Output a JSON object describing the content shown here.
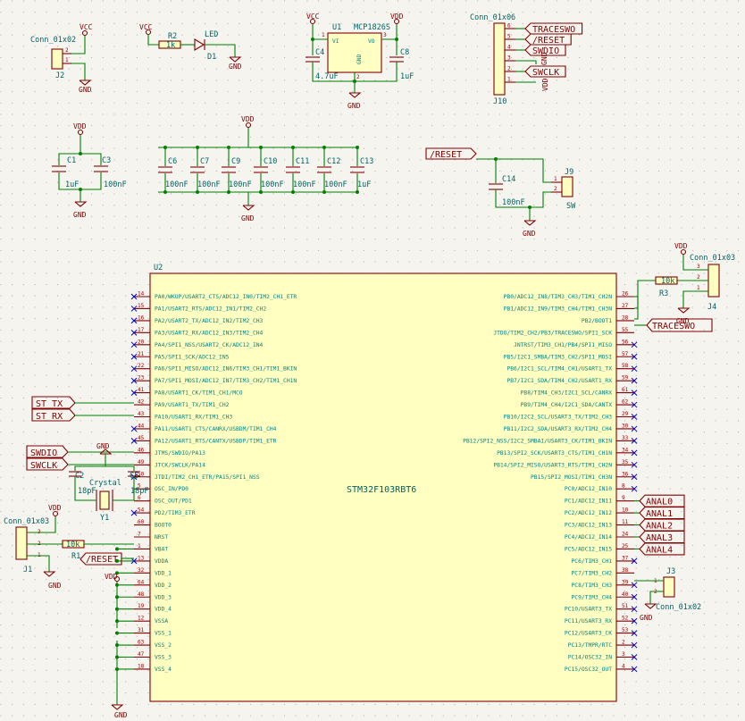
{
  "schematic": {
    "power": {
      "vcc": "VCC",
      "vdd": "VDD",
      "gnd": "GND"
    },
    "j2": {
      "ref": "J2",
      "value": "Conn_01x02",
      "pins": [
        "1",
        "2"
      ]
    },
    "power_led": {
      "r_ref": "R2",
      "r_value": "1k",
      "led_value": "LED",
      "led_ref": "D1"
    },
    "regulator": {
      "ref": "U1",
      "value": "MCP1826S",
      "vi": "VI",
      "vo": "VO",
      "gnd": "GND",
      "pin1": "1",
      "pin2": "2",
      "pin3": "3",
      "c4_ref": "C4",
      "c4_value": "4.7uF",
      "c8_ref": "C8",
      "c8_value": "1uF"
    },
    "j10": {
      "ref": "J10",
      "value": "Conn_01x06",
      "pins": [
        "6",
        "5",
        "4",
        "3",
        "2",
        "1"
      ],
      "labels": [
        "TRACESWO",
        "/RESET",
        "SWDIO",
        "SWCLK"
      ]
    },
    "bulk_caps": {
      "c1_ref": "C1",
      "c1_value": "1uF",
      "c3_ref": "C3",
      "c3_value": "100nF"
    },
    "decoupling": [
      {
        "ref": "C6",
        "value": "100nF"
      },
      {
        "ref": "C7",
        "value": "100nF"
      },
      {
        "ref": "C9",
        "value": "100nF"
      },
      {
        "ref": "C10",
        "value": "100nF"
      },
      {
        "ref": "C11",
        "value": "100nF"
      },
      {
        "ref": "C12",
        "value": "100nF"
      },
      {
        "ref": "C13",
        "value": "1uF"
      }
    ],
    "reset": {
      "label": "/RESET",
      "c_ref": "C14",
      "c_value": "100nF",
      "sw_ref": "J9",
      "sw_value": "SW",
      "pins": [
        "1",
        "2"
      ]
    },
    "j4": {
      "ref": "J4",
      "value": "Conn_01x03",
      "pins": [
        "3",
        "2",
        "1"
      ],
      "r_ref": "R3",
      "r_value": "10k"
    },
    "mcu": {
      "ref": "U2",
      "value": "STM32F103RBT6",
      "left": [
        {
          "num": "14",
          "name": "PA0/WKUP/USART2_CTS/ADC12_IN0/TIM2_CH1_ETR"
        },
        {
          "num": "15",
          "name": "PA1/USART2_RTS/ADC12_IN1/TIM2_CH2"
        },
        {
          "num": "16",
          "name": "PA2/USART2_TX/ADC12_IN2/TIM2_CH3"
        },
        {
          "num": "17",
          "name": "PA3/USART2_RX/ADC12_IN3/TIM2_CH4"
        },
        {
          "num": "20",
          "name": "PA4/SPI1_NSS/USART2_CK/ADC12_IN4"
        },
        {
          "num": "21",
          "name": "PA5/SPI1_SCK/ADC12_IN5"
        },
        {
          "num": "22",
          "name": "PA6/SPI1_MISO/ADC12_IN6/TIM3_CH1/TIM1_BKIN"
        },
        {
          "num": "23",
          "name": "PA7/SPI1_MOSI/ADC12_IN7/TIM3_CH2/TIM1_CH1N"
        },
        {
          "num": "41",
          "name": "PA8/USART1_CK/TIM1_CH1/MCO"
        },
        {
          "num": "42",
          "name": "PA9/USART1_TX/TIM1_CH2"
        },
        {
          "num": "43",
          "name": "PA10/USART1_RX/TIM1_CH3"
        },
        {
          "num": "44",
          "name": "PA11/USART1_CTS/CANRX/USBDM/TIM1_CH4"
        },
        {
          "num": "45",
          "name": "PA12/USART1_RTS/CANTX/USBDP/TIM1_ETR"
        },
        {
          "num": "46",
          "name": "JTMS/SWDIO/PA13"
        },
        {
          "num": "49",
          "name": "JTCK/SWCLK/PA14"
        },
        {
          "num": "50",
          "name": "JTDI/TIM2_CH1_ETR/PA15/SPI1_NSS"
        },
        {
          "num": "5",
          "name": "OSC_IN/PD0"
        },
        {
          "num": "6",
          "name": "OSC_OUT/PD1"
        },
        {
          "num": "54",
          "name": "PD2/TIM3_ETR"
        },
        {
          "num": "60",
          "name": "BOOT0"
        },
        {
          "num": "7",
          "name": "NRST"
        },
        {
          "num": "1",
          "name": "VBAT"
        },
        {
          "num": "13",
          "name": "VDDA"
        },
        {
          "num": "32",
          "name": "VDD_1"
        },
        {
          "num": "64",
          "name": "VDD_2"
        },
        {
          "num": "48",
          "name": "VDD_3"
        },
        {
          "num": "19",
          "name": "VDD_4"
        },
        {
          "num": "12",
          "name": "VSSA"
        },
        {
          "num": "31",
          "name": "VSS_1"
        },
        {
          "num": "63",
          "name": "VSS_2"
        },
        {
          "num": "47",
          "name": "VSS_3"
        },
        {
          "num": "18",
          "name": "VSS_4"
        }
      ],
      "right": [
        {
          "num": "26",
          "name": "PB0/ADC12_IN8/TIM3_CH3/TIM1_CH2N"
        },
        {
          "num": "27",
          "name": "PB1/ADC12_IN9/TIM3_CH4/TIM1_CH3N"
        },
        {
          "num": "28",
          "name": "PB2/BOOT1"
        },
        {
          "num": "55",
          "name": "JTDO/TIM2_CH2/PB3/TRACESWO/SPI1_SCK"
        },
        {
          "num": "56",
          "name": "JNTRST/TIM3_CH1/PB4/SPI1_MISO"
        },
        {
          "num": "57",
          "name": "PB5/I2C1_SMBA/TIM3_CH2/SPI1_MOSI"
        },
        {
          "num": "58",
          "name": "PB6/I2C1_SCL/TIM4_CH1/USART1_TX"
        },
        {
          "num": "59",
          "name": "PB7/I2C1_SDA/TIM4_CH2/USART1_RX"
        },
        {
          "num": "61",
          "name": "PB8/TIM4_CH3/I2C1_SCL/CANRX"
        },
        {
          "num": "62",
          "name": "PB9/TIM4_CH4/I2C1_SDA/CANTX"
        },
        {
          "num": "29",
          "name": "PB10/I2C2_SCL/USART3_TX/TIM2_CH3"
        },
        {
          "num": "30",
          "name": "PB11/I2C2_SDA/USART3_RX/TIM2_CH4"
        },
        {
          "num": "33",
          "name": "PB12/SPI2_NSS/I2C2_SMBAI/USART3_CK/TIM1_BKIN"
        },
        {
          "num": "34",
          "name": "PB13/SPI2_SCK/USART3_CTS/TIM1_CH1N"
        },
        {
          "num": "35",
          "name": "PB14/SPI2_MISO/USART3_RTS/TIM1_CH2N"
        },
        {
          "num": "36",
          "name": "PB15/SPI2_MOSI/TIM1_CH3N"
        },
        {
          "num": "8",
          "name": "PC0/ADC12_IN10"
        },
        {
          "num": "9",
          "name": "PC1/ADC12_IN11"
        },
        {
          "num": "10",
          "name": "PC2/ADC12_IN12"
        },
        {
          "num": "11",
          "name": "PC3/ADC12_IN13"
        },
        {
          "num": "24",
          "name": "PC4/ADC12_IN14"
        },
        {
          "num": "25",
          "name": "PC5/ADC12_IN15"
        },
        {
          "num": "37",
          "name": "PC6/TIM3_CH1"
        },
        {
          "num": "38",
          "name": "PC7/TIM3_CH2"
        },
        {
          "num": "39",
          "name": "PC8/TIM3_CH3"
        },
        {
          "num": "40",
          "name": "PC9/TIM3_CH4"
        },
        {
          "num": "51",
          "name": "PC10/USART3_TX"
        },
        {
          "num": "52",
          "name": "PC11/USART3_RX"
        },
        {
          "num": "53",
          "name": "PC12/USART3_CK"
        },
        {
          "num": "2",
          "name": "PC13/TMPR/RTC"
        },
        {
          "num": "3",
          "name": "PC14/OSC32_IN"
        },
        {
          "num": "4",
          "name": "PC15/OSC32_OUT"
        }
      ]
    },
    "net_labels": {
      "st_tx": "ST_TX",
      "st_rx": "ST_RX",
      "swdio": "SWDIO",
      "swclk": "SWCLK",
      "reset": "/RESET",
      "traceswo": "TRACESWO",
      "anal": [
        "ANAL0",
        "ANAL1",
        "ANAL2",
        "ANAL3",
        "ANAL4"
      ]
    },
    "crystal": {
      "ref": "Y1",
      "value": "Crystal",
      "c2_ref": "C2",
      "c2_value": "18pF",
      "c5_ref": "C5",
      "c5_value": "18pF"
    },
    "j1": {
      "ref": "J1",
      "value": "Conn_01x03",
      "pins": [
        "3",
        "2",
        "1"
      ],
      "r_ref": "R1",
      "r_value": "10k"
    },
    "j3": {
      "ref": "J3",
      "value": "Conn_01x02",
      "pins": [
        "1",
        "2"
      ]
    }
  }
}
